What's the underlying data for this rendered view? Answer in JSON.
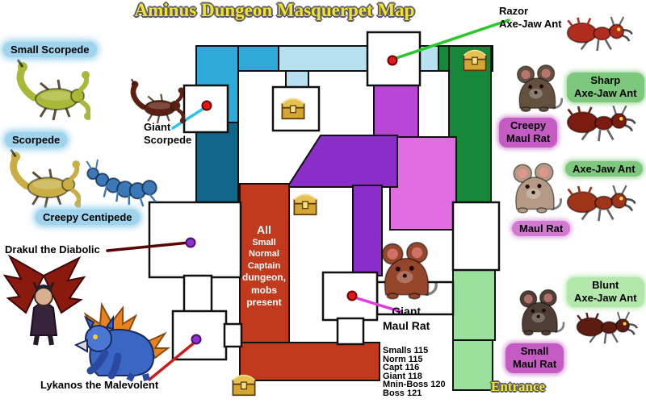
{
  "title": "Aminus Dungeon Masquerpet Map",
  "entrance": "Entrance",
  "note": [
    "All",
    "Small",
    "Normal",
    "Captain",
    "dungeon,",
    "mobs",
    "present"
  ],
  "levels": [
    "Smalls 115",
    "Norm 115",
    "Capt 116",
    "Giant 118",
    "Mnin-Boss 120",
    "Boss 121"
  ],
  "monsters": {
    "small_scorpede": "Small Scorpede",
    "scorpede": "Scorpede",
    "creepy_centipede": "Creepy Centipede",
    "giant_scorpede": "Giant\nScorpede",
    "drakul": "Drakul the Diabolic",
    "lykanos": "Lykanos the Malevolent",
    "razor_axe_jaw_ant": "Razor\nAxe-Jaw Ant",
    "sharp_axe_jaw_ant": "Sharp\nAxe-Jaw Ant",
    "creepy_maul_rat": "Creepy\nMaul Rat",
    "axe_jaw_ant": "Axe-Jaw Ant",
    "maul_rat": "Maul Rat",
    "blunt_axe_jaw_ant": "Blunt\nAxe-Jaw Ant",
    "small_maul_rat": "Small\nMaul Rat",
    "giant_maul_rat": "Giant\nMaul Rat"
  },
  "colors": {
    "title_yellow": "#f2e230",
    "corridor_blue": "#2fa9d8",
    "corridor_pale_blue": "#b7e1f1",
    "corridor_teal": "#11678a",
    "corridor_dark_green": "#15883a",
    "corridor_light_green": "#99e09a",
    "corridor_purple": "#8b2dc8",
    "corridor_violet": "#b844d8",
    "corridor_pink": "#e06ee2",
    "corridor_red": "#c23a1e",
    "marker_red": "#e01818",
    "marker_purple": "#9030d0",
    "label_blue_bg": "#9fd4ec",
    "label_green_bg": "#7cc87c",
    "label_purple_bg": "#c45cc4"
  }
}
